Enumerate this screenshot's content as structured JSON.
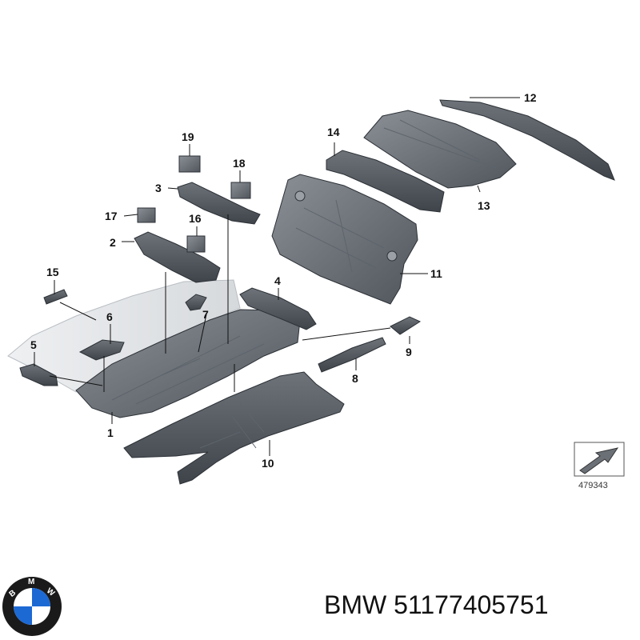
{
  "diagram": {
    "callouts": [
      "1",
      "2",
      "3",
      "4",
      "5",
      "6",
      "7",
      "8",
      "9",
      "10",
      "11",
      "12",
      "13",
      "14",
      "15",
      "16",
      "17",
      "18",
      "19"
    ],
    "reference_number": "479343"
  },
  "brand_logo": {
    "lettering": "BMW",
    "colors": {
      "blue": "#1c69d4",
      "white": "#ffffff",
      "ring": "#111111"
    }
  },
  "caption": {
    "brand": "BMW",
    "part_number": "51177405751"
  }
}
